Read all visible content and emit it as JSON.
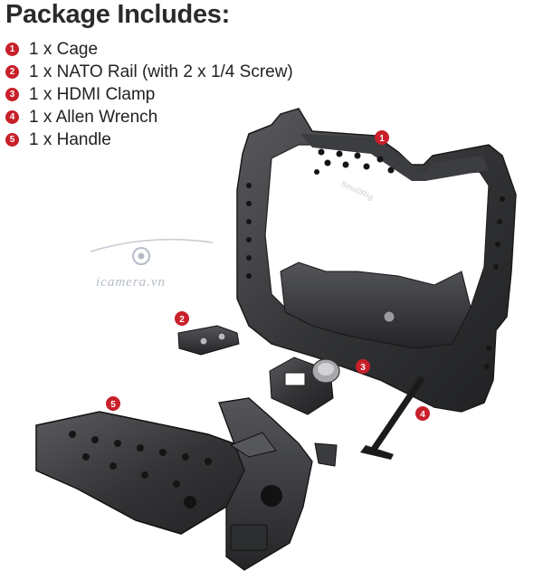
{
  "header": {
    "title": "Package Includes:"
  },
  "items": [
    {
      "num": "1",
      "label": "1 x Cage"
    },
    {
      "num": "2",
      "label": "1 x NATO Rail (with 2 x 1/4 Screw)"
    },
    {
      "num": "3",
      "label": "1 x HDMI Clamp"
    },
    {
      "num": "4",
      "label": "1 x Allen Wrench"
    },
    {
      "num": "5",
      "label": "1 x Handle"
    }
  ],
  "markers": {
    "cage": "1",
    "nato": "2",
    "hdmi": "3",
    "wrench": "4",
    "handle": "5"
  },
  "brand": {
    "cage_logo": "SmallRig",
    "watermark": "icamera.vn"
  },
  "colors": {
    "accent_red": "#c8202a",
    "metal_dark": "#2a2a2c",
    "metal_mid": "#4a4b4e"
  }
}
